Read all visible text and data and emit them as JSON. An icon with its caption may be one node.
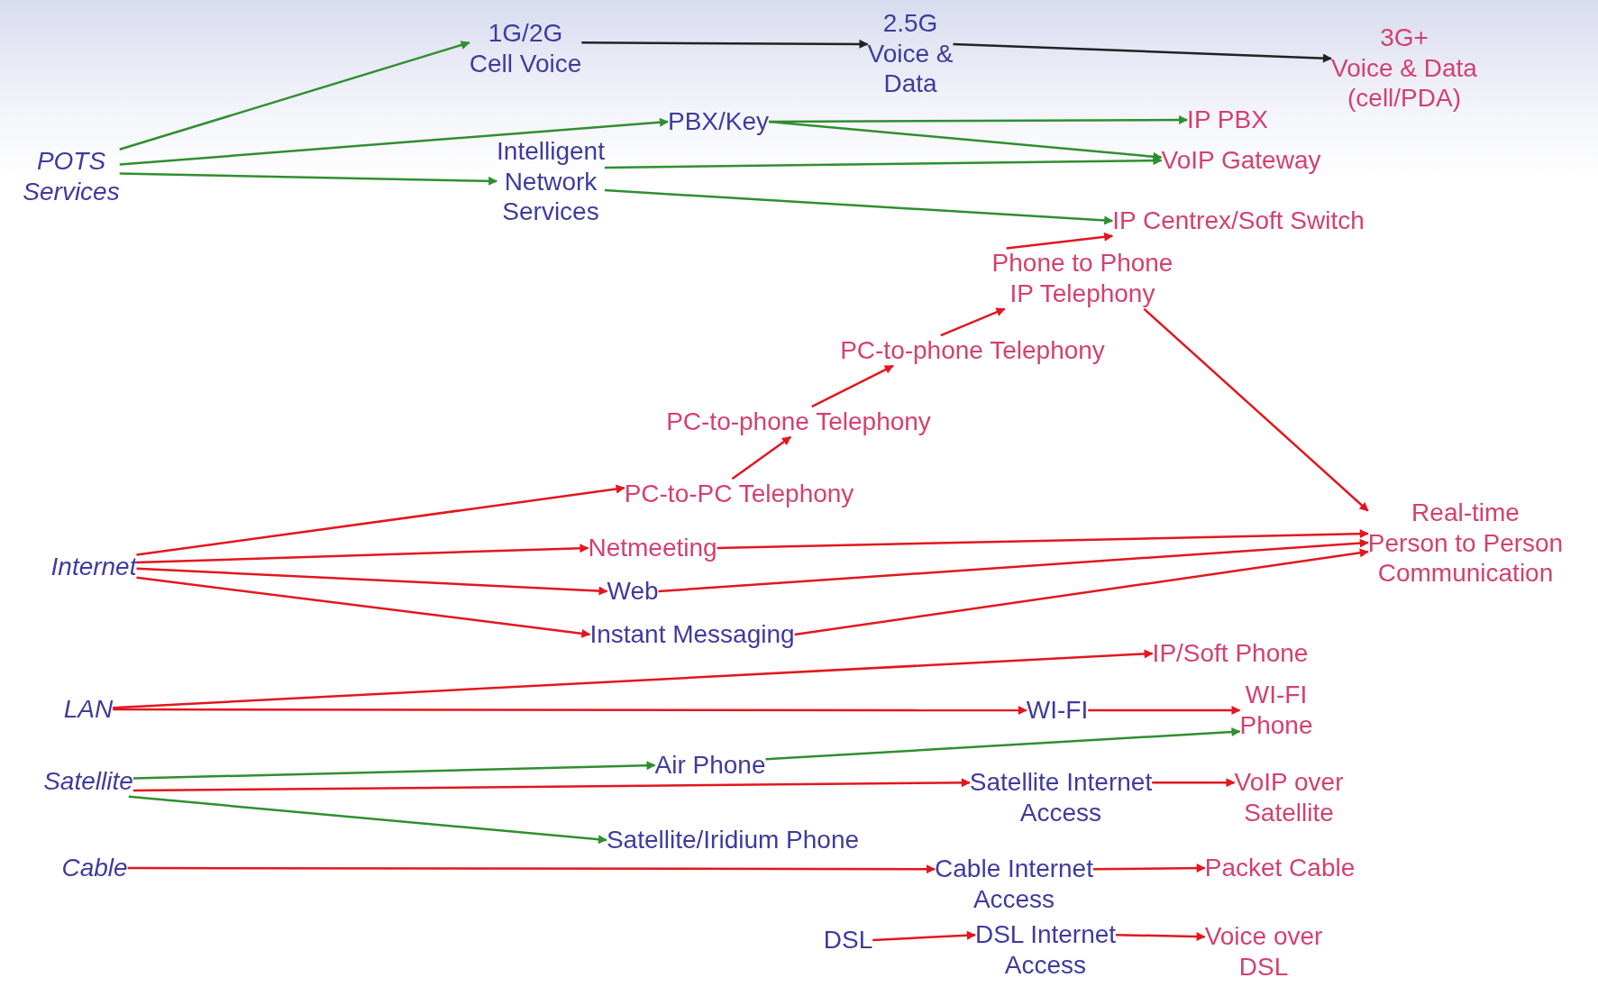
{
  "diagram": {
    "nodes": [
      {
        "text": [
          "POTS Services"
        ]
      },
      {
        "text": [
          "1G/2G Cell Voice"
        ]
      },
      {
        "text": [
          "2.5G Voice & Data"
        ]
      },
      {
        "text": [
          "3G+ Voice & Data (cell/PDA)"
        ]
      },
      {
        "text": [
          "PBX/Key"
        ]
      },
      {
        "text": [
          "Intelligent Network Services"
        ]
      },
      {
        "text": [
          "IP PBX"
        ]
      },
      {
        "text": [
          "VoIP Gateway"
        ]
      },
      {
        "text": [
          "IP Centrex/Soft Switch"
        ]
      },
      {
        "text": [
          "Phone to Phone IP Telephony"
        ]
      },
      {
        "text": [
          "PC-to-phone Telephony"
        ]
      },
      {
        "text": [
          "PC-to-phone Telephony"
        ]
      },
      {
        "text": [
          "PC-to-PC Telephony"
        ]
      },
      {
        "text": [
          "Internet"
        ]
      },
      {
        "text": [
          "Netmeeting"
        ]
      },
      {
        "text": [
          "Web"
        ]
      },
      {
        "text": [
          "Instant Messaging"
        ]
      },
      {
        "text": [
          "Real-time Person to Person Communication"
        ]
      },
      {
        "text": [
          "LAN"
        ]
      },
      {
        "text": [
          "IP/Soft Phone"
        ]
      },
      {
        "text": [
          "WI-FI"
        ]
      },
      {
        "text": [
          "WI-FI Phone"
        ]
      },
      {
        "text": [
          "Satellite"
        ]
      },
      {
        "text": [
          "Air Phone"
        ]
      },
      {
        "text": [
          "Satellite Internet Access"
        ]
      },
      {
        "text": [
          "VoIP over Satellite"
        ]
      },
      {
        "text": [
          "Satellite/Iridium Phone"
        ]
      },
      {
        "text": [
          "Cable"
        ]
      },
      {
        "text": [
          "Cable Internet Access"
        ]
      },
      {
        "text": [
          "Packet Cable"
        ]
      },
      {
        "text": [
          "DSL"
        ]
      },
      {
        "text": [
          "DSL Internet Access"
        ]
      },
      {
        "text": [
          "Voice over DSL"
        ]
      }
    ],
    "edges": [
      {
        "from": 0,
        "to": 1,
        "arrow": "to",
        "color": "#2f8f2f"
      },
      {
        "from": 0,
        "to": 4,
        "arrow": "to",
        "color": "#2f8f2f"
      },
      {
        "from": 0,
        "to": 5,
        "arrow": "to",
        "color": "#2f8f2f"
      },
      {
        "from": 1,
        "to": 2,
        "arrow": "to",
        "color": "#222222"
      },
      {
        "from": 2,
        "to": 3,
        "arrow": "to",
        "color": "#222222"
      },
      {
        "from": 4,
        "to": 6,
        "arrow": "to",
        "color": "#2f8f2f"
      },
      {
        "from": 4,
        "to": 7,
        "arrow": "to",
        "color": "#2f8f2f"
      },
      {
        "from": 5,
        "to": 7,
        "arrow": "to",
        "color": "#2f8f2f"
      },
      {
        "from": 5,
        "to": 8,
        "arrow": "to",
        "color": "#2f8f2f"
      },
      {
        "from": 9,
        "to": 8,
        "arrow": "to"
      },
      {
        "from": 10,
        "to": 9,
        "arrow": "to"
      },
      {
        "from": 11,
        "to": 10,
        "arrow": "to"
      },
      {
        "from": 12,
        "to": 11,
        "arrow": "to"
      },
      {
        "from": 13,
        "to": 12,
        "arrow": "to"
      },
      {
        "from": 13,
        "to": 14,
        "arrow": "to"
      },
      {
        "from": 13,
        "to": 15,
        "arrow": "to"
      },
      {
        "from": 13,
        "to": 16,
        "arrow": "to"
      },
      {
        "from": 9,
        "to": 17,
        "arrow": "to"
      },
      {
        "from": 14,
        "to": 17,
        "arrow": "to"
      },
      {
        "from": 15,
        "to": 17,
        "arrow": "to"
      },
      {
        "from": 16,
        "to": 17,
        "arrow": "to"
      },
      {
        "from": 18,
        "to": 19,
        "arrow": "to"
      },
      {
        "from": 18,
        "to": 20,
        "arrow": "to"
      },
      {
        "from": 20,
        "to": 21,
        "arrow": "to"
      },
      {
        "from": 23,
        "to": 21,
        "arrow": "to",
        "color": "#2f8f2f"
      },
      {
        "from": 22,
        "to": 23,
        "arrow": "to",
        "color": "#2f8f2f"
      },
      {
        "from": 22,
        "to": 24,
        "arrow": "to"
      },
      {
        "from": 24,
        "to": 25,
        "arrow": "to"
      },
      {
        "from": 22,
        "to": 26,
        "arrow": "to",
        "color": "#2f8f2f"
      },
      {
        "from": 27,
        "to": 28,
        "arrow": "to"
      },
      {
        "from": 28,
        "to": 29,
        "arrow": "to"
      },
      {
        "from": 30,
        "to": 31,
        "arrow": "to"
      },
      {
        "from": 31,
        "to": 32,
        "arrow": "to"
      }
    ]
  }
}
